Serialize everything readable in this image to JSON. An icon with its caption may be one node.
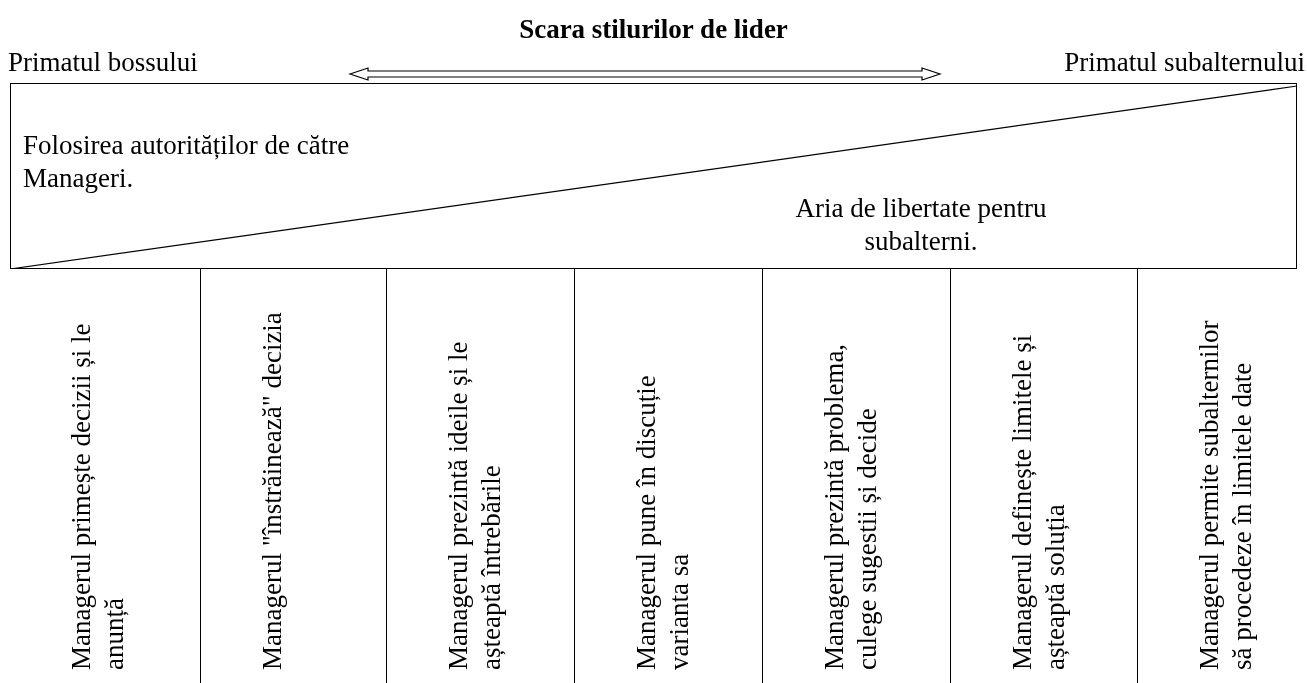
{
  "diagram": {
    "title": "Scara stilurilor de lider",
    "nodes": [
      {
        "text": [
          "Primatul bossului"
        ]
      },
      {
        "text": [
          "Primatul subalternului"
        ]
      },
      {
        "text": [
          "Folosirea autorităților de către Manageri.",
          "Aria de libertate pentru subalterni."
        ]
      },
      {
        "text": [
          "Managerul primește decizii și le anunță"
        ]
      },
      {
        "text": [
          "Managerul \"înstrăinează\" decizia"
        ]
      },
      {
        "text": [
          "Managerul prezintă ideile și le așteaptă întrebările"
        ]
      },
      {
        "text": [
          "Managerul pune în discuție varianta sa"
        ]
      },
      {
        "text": [
          "Managerul prezintă problema, culege sugestii și decide"
        ]
      },
      {
        "text": [
          "Managerul definește limitele și așteaptă soluția"
        ]
      },
      {
        "text": [
          "Managerul permite subalternilor să procedeze în limitele date"
        ]
      }
    ],
    "edges": [
      {
        "from": 0,
        "to": 1,
        "arrow": "both"
      }
    ]
  }
}
